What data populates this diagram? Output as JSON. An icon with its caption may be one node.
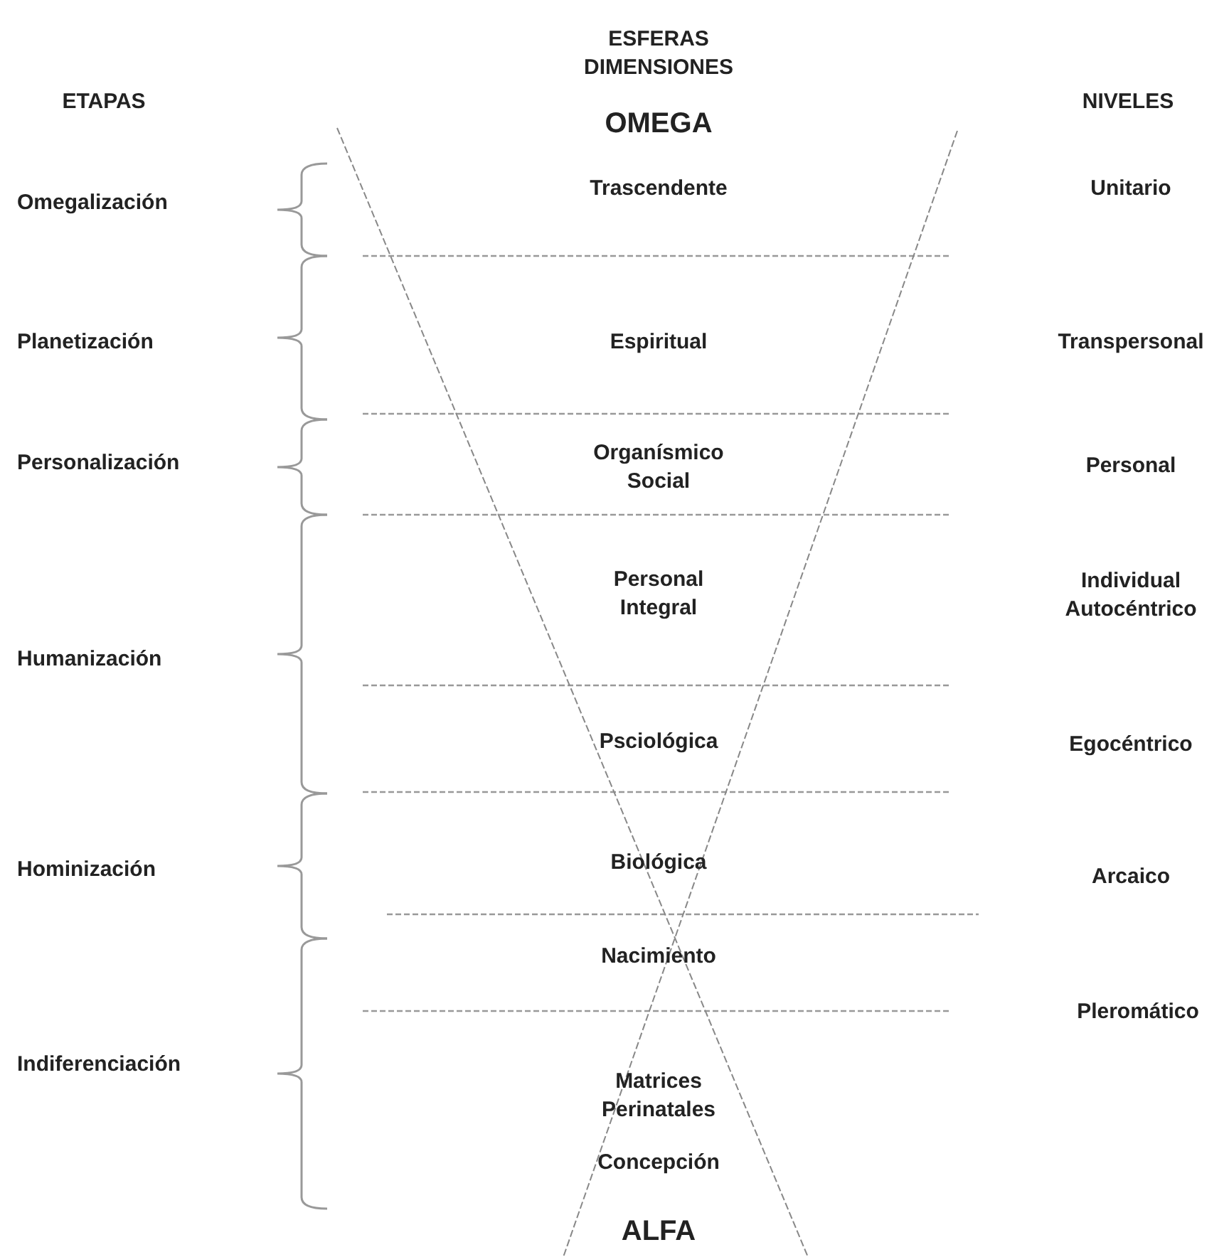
{
  "diagram": {
    "labels": [
      "ETAPAS",
      "ESFERAS DIMENSIONES",
      "NIVELES",
      "OMEGA",
      "Omegalización",
      "Trascendente",
      "Unitario",
      "Planetización",
      "Espiritual",
      "Transpersonal",
      "Personalización",
      "Organísmico Social",
      "Personal",
      "Personal Integral",
      "Individual Autocéntrico",
      "Humanización",
      "Psciológica",
      "Egocéntrico",
      "Hominización",
      "Biológica",
      "Arcaico",
      "Nacimiento",
      "Pleromático",
      "Indiferenciación",
      "Matrices Perinatales",
      "Concepción",
      "ALFA"
    ]
  }
}
